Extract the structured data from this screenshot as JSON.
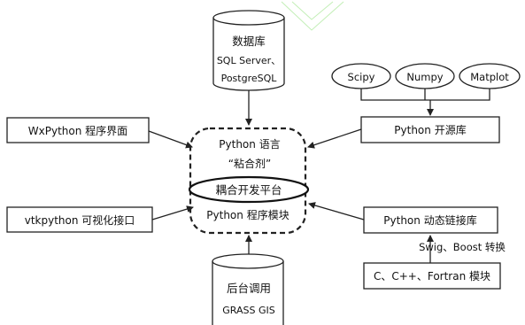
{
  "database": {
    "title": "数据库",
    "line2": "SQL Server、",
    "line3": "PostgreSQL"
  },
  "core": {
    "line1": "Python 语言",
    "line2": "“粘合剂”",
    "platform": "耦合开发平台",
    "module": "Python 程序模块"
  },
  "left_boxes": {
    "wxpython": "WxPython 程序界面",
    "vtkpython": "vtkpython 可视化接口"
  },
  "libraries": {
    "items": [
      "Scipy",
      "Numpy",
      "Matplot"
    ],
    "box": "Python 开源库"
  },
  "dynamic_lib": {
    "box": "Python 动态链接库",
    "convert": "Swig、Boost 转换",
    "source": "C、C++、Fortran 模块"
  },
  "grass": {
    "title": "后台调用",
    "subtitle": "GRASS GIS"
  }
}
